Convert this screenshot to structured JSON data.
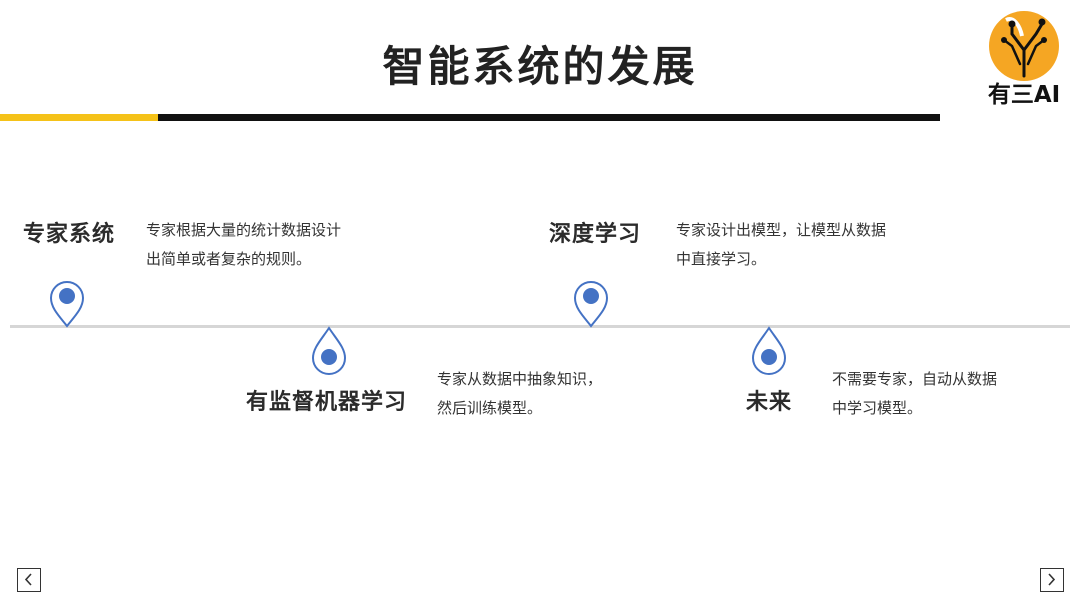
{
  "slide": {
    "title": "智能系统的发展",
    "logo": {
      "text": "有三AI",
      "icon": "brain-circuit-logo-icon",
      "accent": "#f5a623"
    }
  },
  "colors": {
    "accent_yellow": "#f5c218",
    "accent_black": "#111111",
    "marker_blue": "#4472c4",
    "timeline_gray": "#d6d6d6"
  },
  "stages": [
    {
      "title": "专家系统",
      "position": "above",
      "desc_line1": "专家根据大量的统计数据设计",
      "desc_line2": "出简单或者复杂的规则。"
    },
    {
      "title": "有监督机器学习",
      "position": "below",
      "desc_line1": "专家从数据中抽象知识，",
      "desc_line2": "然后训练模型。"
    },
    {
      "title": "深度学习",
      "position": "above",
      "desc_line1": "专家设计出模型，让模型从数据",
      "desc_line2": "中直接学习。"
    },
    {
      "title": "未来",
      "position": "below",
      "desc_line1": "不需要专家，自动从数据",
      "desc_line2": "中学习模型。"
    }
  ],
  "navigation": {
    "prev_icon": "chevron-left-icon",
    "next_icon": "chevron-right-icon"
  }
}
